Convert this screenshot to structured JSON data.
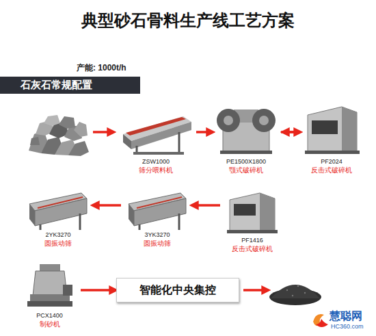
{
  "diagram": {
    "title": "典型砂石骨料生产线工艺方案",
    "nodes": [
      {
        "text": [
          "石灰石常规配置"
        ]
      },
      {
        "text": [
          "ZSW1000",
          "筛分喂料机"
        ]
      },
      {
        "text": [
          "PE1500X1800",
          "颚式破碎机"
        ]
      },
      {
        "text": [
          "PF2024",
          "反击式破碎机"
        ]
      },
      {
        "text": [
          "PF1416",
          "反击式破碎机"
        ]
      },
      {
        "text": [
          "3YK3270",
          "圆振动筛"
        ]
      },
      {
        "text": [
          "2YK3270",
          "圆振动筛"
        ]
      },
      {
        "text": [
          "PCX1400",
          "制砂机"
        ]
      },
      {
        "text": [
          "智能化中央集控"
        ]
      }
    ],
    "edges": [
      {
        "from": 1,
        "to": 2,
        "arrow": "to"
      },
      {
        "from": 2,
        "to": 3,
        "arrow": "to"
      },
      {
        "from": 3,
        "to": 4,
        "arrow": "to"
      },
      {
        "from": 4,
        "to": 5,
        "arrow": "to"
      },
      {
        "from": 5,
        "to": 6,
        "arrow": "to"
      },
      {
        "from": 7,
        "to": 8,
        "arrow": "to"
      }
    ],
    "labels": [
      "产能: 1000t/h",
      "慧聪网",
      "HC360.com"
    ]
  }
}
